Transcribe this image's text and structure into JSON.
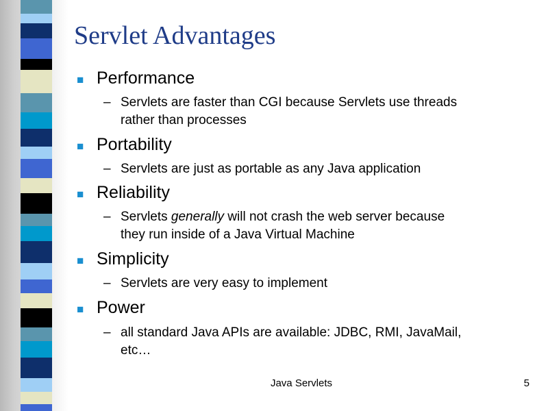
{
  "colors": {
    "title": "#1f3c88",
    "bullet": "#1a8fd0",
    "strip": [
      "#0e2f6b",
      "#3f66d1",
      "#0099cc",
      "#e5e5c2",
      "#000000",
      "#9fcff5",
      "#5a95ad"
    ]
  },
  "slide": {
    "title": "Servlet Advantages",
    "bullet_icon": "square-bullet-icon",
    "sections": [
      {
        "heading": "Performance",
        "sub": [
          "Servlets are faster than CGI because Servlets use threads",
          "rather than processes"
        ]
      },
      {
        "heading": "Portability",
        "sub": [
          "Servlets are just as portable as any Java application"
        ]
      },
      {
        "heading": "Reliability",
        "sub_prefix": "Servlets ",
        "sub_emph": "generally",
        "sub_suffix": " will not crash the web server because",
        "sub_line2": "they run inside of a Java Virtual Machine"
      },
      {
        "heading": "Simplicity",
        "sub": [
          "Servlets are very easy to implement"
        ]
      },
      {
        "heading": "Power",
        "sub": [
          "all standard Java APIs are available: JDBC, RMI, JavaMail,",
          "etc…"
        ]
      }
    ],
    "dash": "–",
    "bullet_char": "■",
    "footer": "Java Servlets",
    "page_number": "5"
  }
}
